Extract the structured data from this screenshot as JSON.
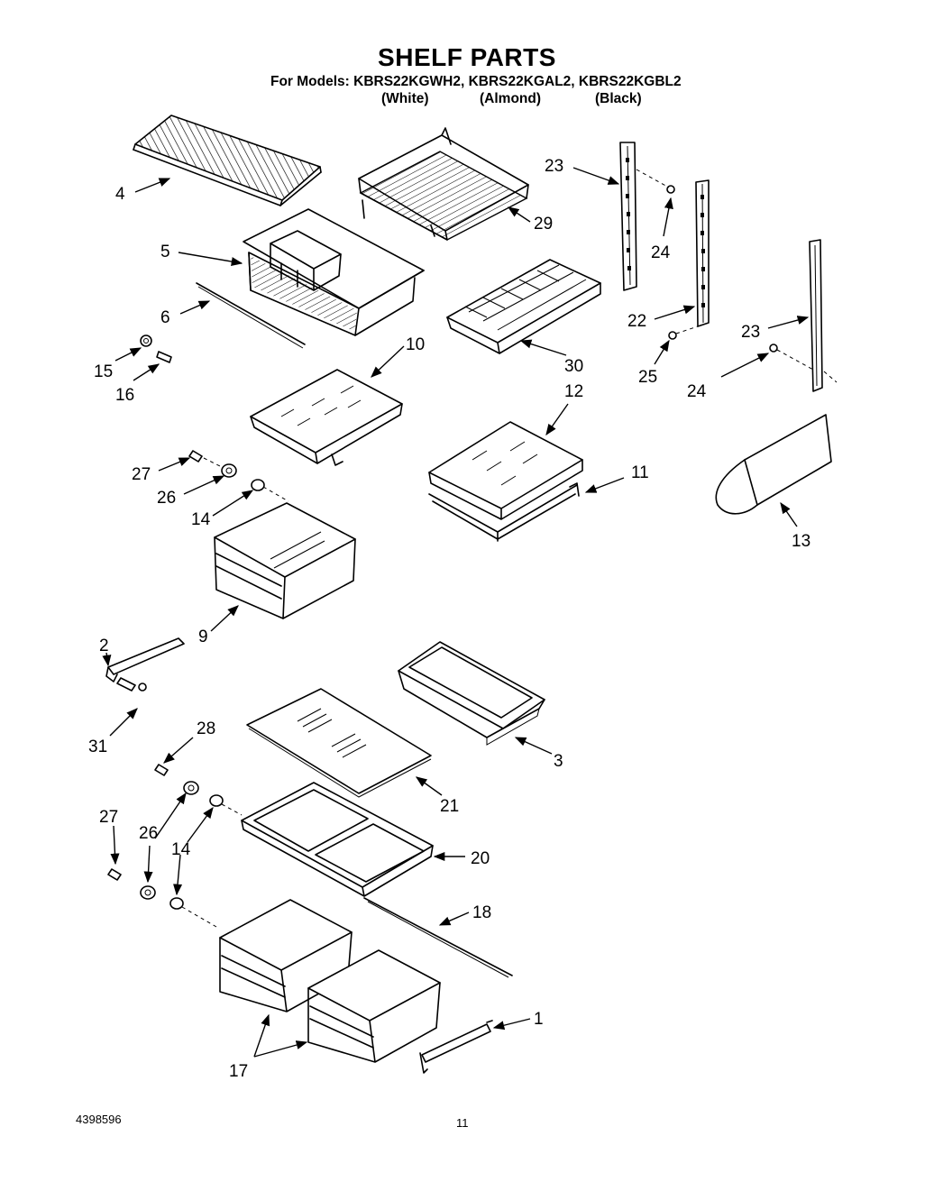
{
  "header": {
    "title": "SHELF PARTS",
    "models_line": "For Models: KBRS22KGWH2, KBRS22KGAL2, KBRS22KGBL2",
    "variants": [
      "(White)",
      "(Almond)",
      "(Black)"
    ]
  },
  "footer": {
    "doc_number": "4398596",
    "page_number": "11"
  },
  "callouts": {
    "c4": "4",
    "c29": "29",
    "c23a": "23",
    "c24a": "24",
    "c5": "5",
    "c6": "6",
    "c22": "22",
    "c23b": "23",
    "c15": "15",
    "c16": "16",
    "c10": "10",
    "c30": "30",
    "c25": "25",
    "c24b": "24",
    "c12": "12",
    "c27a": "27",
    "c11": "11",
    "c26a": "26",
    "c14a": "14",
    "c13": "13",
    "c9": "9",
    "c2": "2",
    "c31": "31",
    "c28": "28",
    "c3": "3",
    "c21": "21",
    "c27b": "27",
    "c26b": "26",
    "c14b": "14",
    "c20": "20",
    "c18": "18",
    "c1": "1",
    "c17": "17"
  }
}
